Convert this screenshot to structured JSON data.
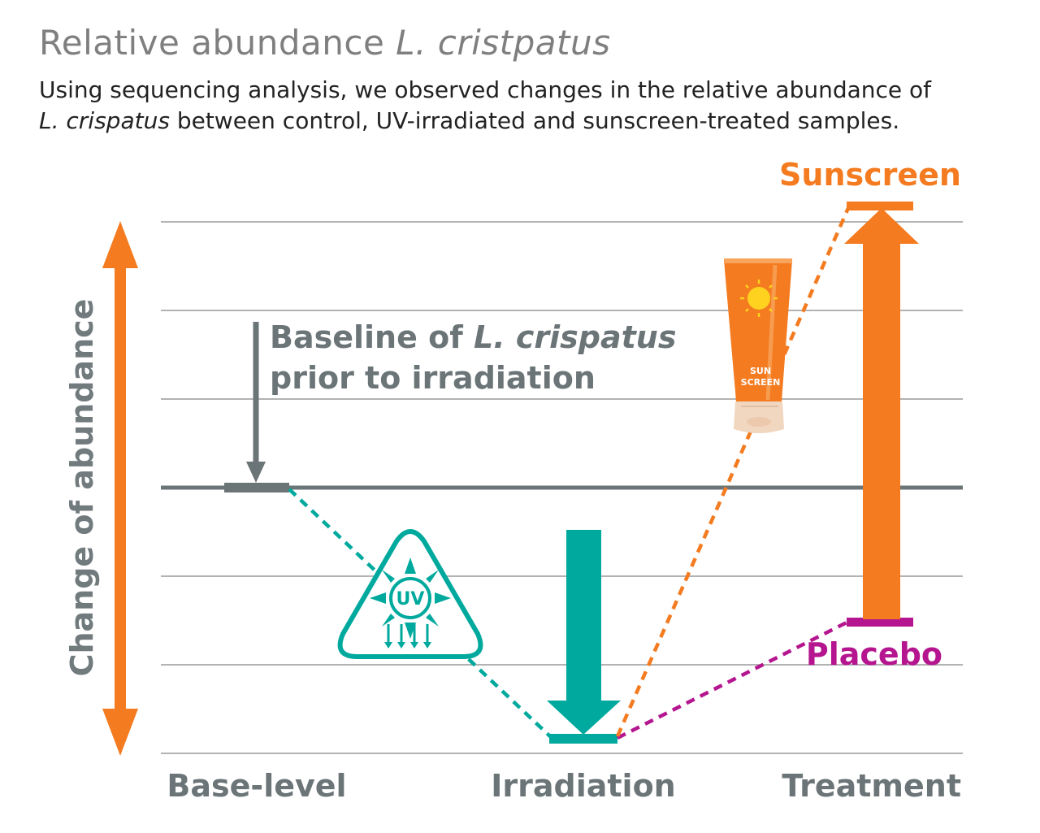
{
  "header": {
    "title_prefix": "Relative abundance",
    "title_species": "L. cristpatus",
    "subtitle_line1": "Using sequencing analysis, we observed changes in the relative abundance of",
    "subtitle_species": "L. crispatus",
    "subtitle_line2_rest": " between control, UV-irradiated and sunscreen-treated samples."
  },
  "diagram": {
    "y_axis_label": "Change of abundance",
    "stages": [
      "Base-level",
      "Irradiation",
      "Treatment"
    ],
    "baseline_label_line1_prefix": "Baseline of ",
    "baseline_label_species": "L. crispatus",
    "baseline_label_line2": "prior to irradiation",
    "sunscreen_label": "Sunscreen",
    "placebo_label": "Placebo",
    "tube_text_line1": "SUN",
    "tube_text_line2": "SCREEN",
    "uv_icon_text": "UV",
    "icons": [
      "uv-warning-icon",
      "sunscreen-tube-icon",
      "sun-icon"
    ],
    "colors": {
      "orange": "#f47b20",
      "teal": "#00a99d",
      "magenta": "#b5168f",
      "gray": "#6b7477",
      "gridline": "#9a9a9a"
    }
  }
}
